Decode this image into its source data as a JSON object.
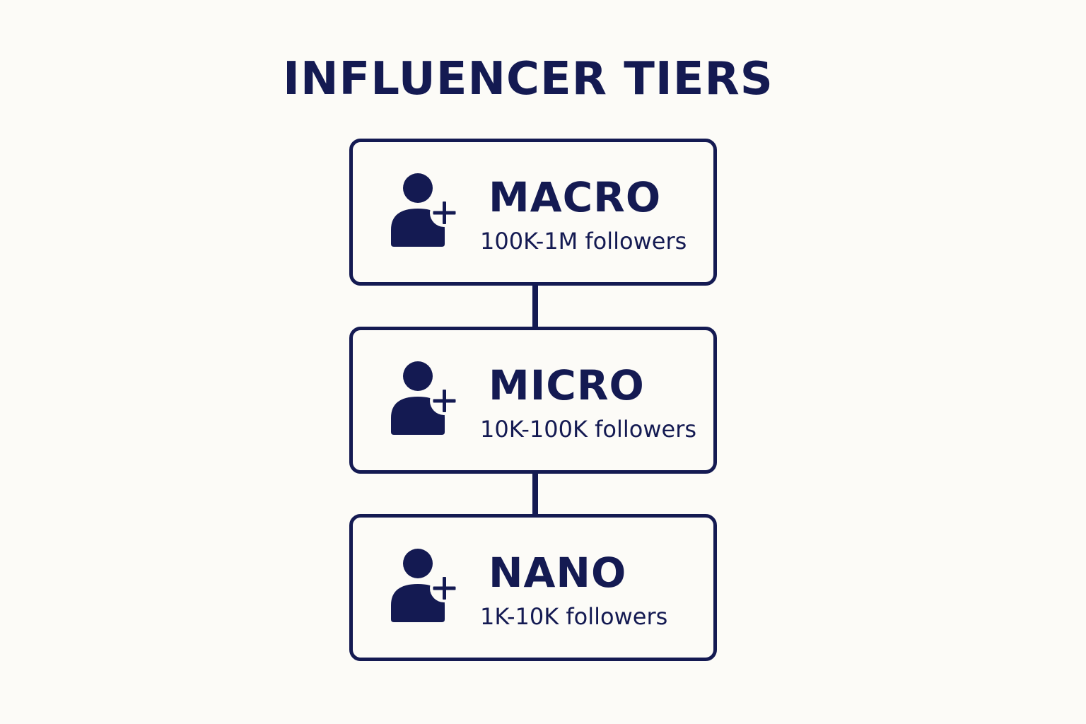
{
  "title": "INFLUENCER TIERS",
  "colors": {
    "ink": "#141a52",
    "background": "#fcfbf7"
  },
  "tiers": [
    {
      "name": "MACRO",
      "followers": "100K-1M followers",
      "icon": "person-add-icon"
    },
    {
      "name": "MICRO",
      "followers": "10K-100K followers",
      "icon": "person-add-icon"
    },
    {
      "name": "NANO",
      "followers": "1K-10K followers",
      "icon": "person-add-icon"
    }
  ]
}
